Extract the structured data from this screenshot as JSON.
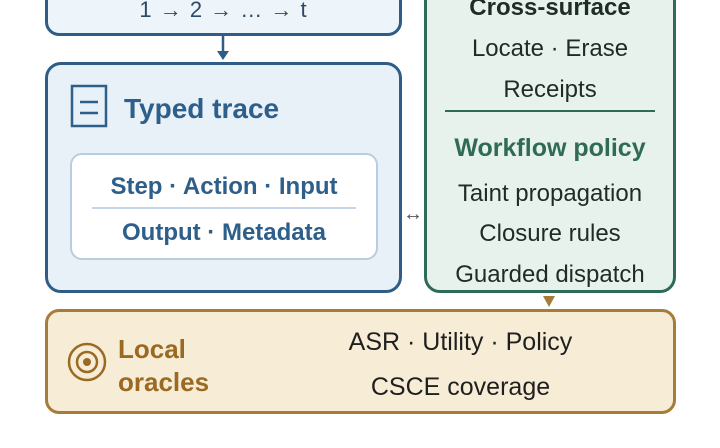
{
  "pipeline": {
    "step_sequence": "1 → 2 → … → t"
  },
  "trace": {
    "title": "Typed trace",
    "icon": "document-icon",
    "fields_row_1": "Step · Action · Input",
    "fields_row_2": "Output · Metadata"
  },
  "policy": {
    "cross_surface_title": "Cross-surface",
    "cross_surface_items": [
      "Locate · Erase",
      "Receipts"
    ],
    "workflow_title": "Workflow policy",
    "workflow_items": [
      "Taint propagation",
      "Closure rules",
      "Guarded dispatch"
    ]
  },
  "oracles": {
    "title_line_1": "Local",
    "title_line_2": "oracles",
    "icon": "target-icon",
    "metrics_line_1": "ASR · Utility · Policy",
    "metrics_line_2": "CSCE coverage"
  },
  "connectors": {
    "bidirectional_symbol": "↔"
  },
  "colors": {
    "trace_accent": "#2f5d86",
    "policy_accent": "#2f6b56",
    "oracle_accent": "#a57c3a"
  }
}
